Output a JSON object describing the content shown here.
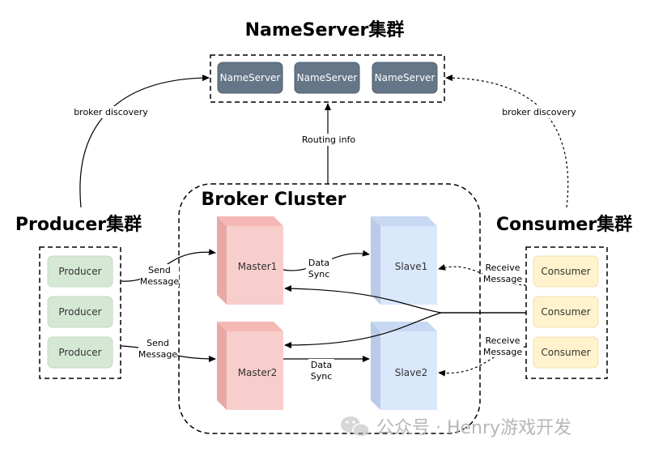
{
  "titles": {
    "nameserver_cluster": "NameServer集群",
    "broker_cluster": "Broker Cluster",
    "producer_cluster": "Producer集群",
    "consumer_cluster": "Consumer集群"
  },
  "nameservers": [
    "NameServer",
    "NameServer",
    "NameServer"
  ],
  "producers": [
    "Producer",
    "Producer",
    "Producer"
  ],
  "consumers": [
    "Consumer",
    "Consumer",
    "Consumer"
  ],
  "brokers": {
    "master1": "Master1",
    "slave1": "Slave1",
    "master2": "Master2",
    "slave2": "Slave2"
  },
  "edge_labels": {
    "broker_discovery_left": "broker discovery",
    "broker_discovery_right": "broker discovery",
    "routing_info": "Routing info",
    "send_message_1": [
      "Send",
      "Message"
    ],
    "send_message_2": [
      "Send",
      "Message"
    ],
    "data_sync_1": [
      "Data",
      "Sync"
    ],
    "data_sync_2": [
      "Data",
      "Sync"
    ],
    "receive_message_1": [
      "Receive",
      "Message"
    ],
    "receive_message_2": [
      "Receive",
      "Message"
    ]
  },
  "watermark": "公众号 · Henry游戏开发",
  "colors": {
    "nameserver_fill": "#647687",
    "producer_fill": "#d5e8d4",
    "consumer_fill": "#fff2cc",
    "master_fill": "#f8cecc",
    "slave_fill": "#dae8fc"
  }
}
